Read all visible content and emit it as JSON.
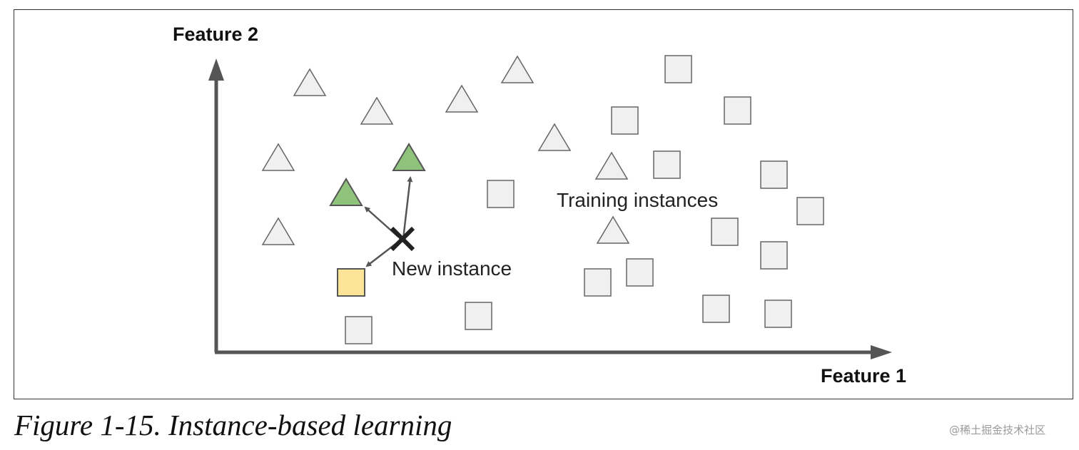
{
  "labels": {
    "y_axis": "Feature 2",
    "x_axis": "Feature 1",
    "training": "Training instances",
    "new_instance": "New instance"
  },
  "caption": "Figure 1-15. Instance-based learning",
  "watermark": "@稀土掘金技术社区",
  "colors": {
    "axis": "#555555",
    "shape_fill": "#f0f0f0",
    "shape_stroke": "#666666",
    "neighbor_triangle": "#8fc27a",
    "neighbor_square": "#fde597",
    "marker": "#222222"
  },
  "icons": {
    "instance_marker": "x-cross-icon",
    "triangle": "triangle-icon",
    "square": "square-icon"
  }
}
